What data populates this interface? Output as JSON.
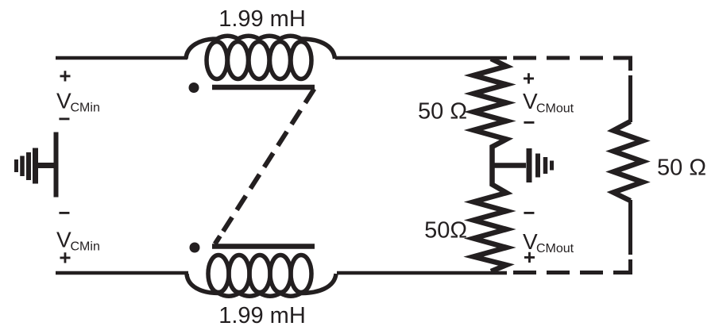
{
  "colors": {
    "ink": "#231f20",
    "background": "#ffffff"
  },
  "labels": {
    "inductor_top": "1.99 mH",
    "inductor_bottom": "1.99 mH",
    "resistor_shunt_top": "50 Ω",
    "resistor_shunt_bottom": "50Ω",
    "resistor_load_right": "50 Ω"
  },
  "voltages": {
    "in_top": {
      "plus": "+",
      "name": "V",
      "subscript": "CMin",
      "minus": "−"
    },
    "in_bottom": {
      "minus": "−",
      "name": "V",
      "subscript": "CMin",
      "plus": "+"
    },
    "out_top": {
      "plus": "+",
      "name": "V",
      "subscript": "CMout",
      "minus": "−"
    },
    "out_bottom": {
      "minus": "−",
      "name": "V",
      "subscript": "CMout",
      "plus": "+"
    }
  }
}
